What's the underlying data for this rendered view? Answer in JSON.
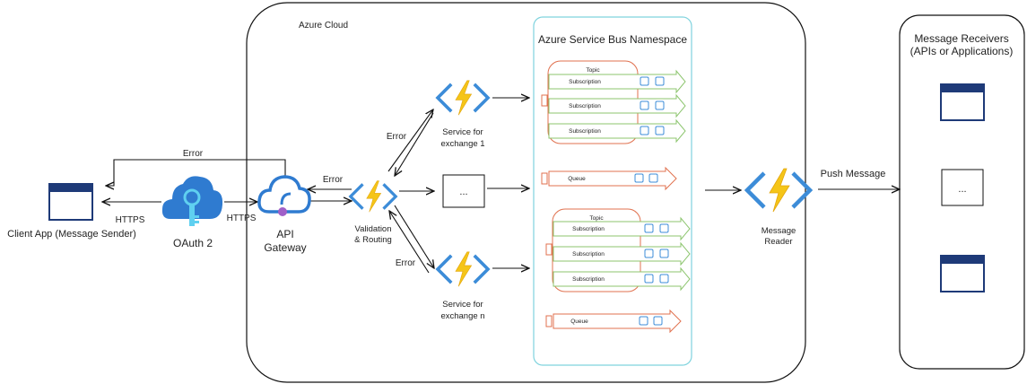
{
  "colors": {
    "azure_blue": "#2F7BD0",
    "func_yellow": "#F5C518",
    "bus_border": "#7FD3DE",
    "topic_orange": "#E0714F",
    "sub_green": "#8CC56E",
    "queue_blue": "#3C8CD8",
    "window_navy": "#1E3A78",
    "line": "#111111"
  },
  "client_app": {
    "label": "Client App (Message Sender)",
    "icon": "window-icon"
  },
  "oauth": {
    "label": "OAuth 2",
    "icon": "oauth-key-cloud-icon"
  },
  "edges": {
    "https_client": "HTTPS",
    "https_gateway": "HTTPS",
    "error_top": "Error",
    "error_gateway": "Error",
    "error_upper": "Error",
    "error_lower": "Error",
    "push_message": "Push Message"
  },
  "azure_cloud": {
    "label": "Azure Cloud",
    "gateway": {
      "line1": "API",
      "line2": "Gateway",
      "icon": "api-gateway-cloud-icon"
    },
    "validation": {
      "line1": "Validation",
      "line2": "& Routing",
      "icon": "azure-function-icon"
    },
    "service1": {
      "line1": "Service for",
      "line2": "exchange 1",
      "icon": "azure-function-icon"
    },
    "service_more": {
      "label": "..."
    },
    "service_n": {
      "line1": "Service for",
      "line2": "exchange n",
      "icon": "azure-function-icon"
    },
    "reader": {
      "line1": "Message",
      "line2": "Reader",
      "icon": "azure-function-icon"
    }
  },
  "service_bus": {
    "title": "Azure Service Bus Namespace",
    "topic1": {
      "label": "Topic",
      "subscriptions": [
        "Subscription",
        "Subscription",
        "Subscription"
      ]
    },
    "queue1": {
      "label": "Queue"
    },
    "topic2": {
      "label": "Topic",
      "subscriptions": [
        "Subscription",
        "Subscription",
        "Subscription"
      ]
    },
    "queue2": {
      "label": "Queue"
    }
  },
  "receivers": {
    "title_line1": "Message Receivers",
    "title_line2": "(APIs or Applications)",
    "more": "..."
  }
}
